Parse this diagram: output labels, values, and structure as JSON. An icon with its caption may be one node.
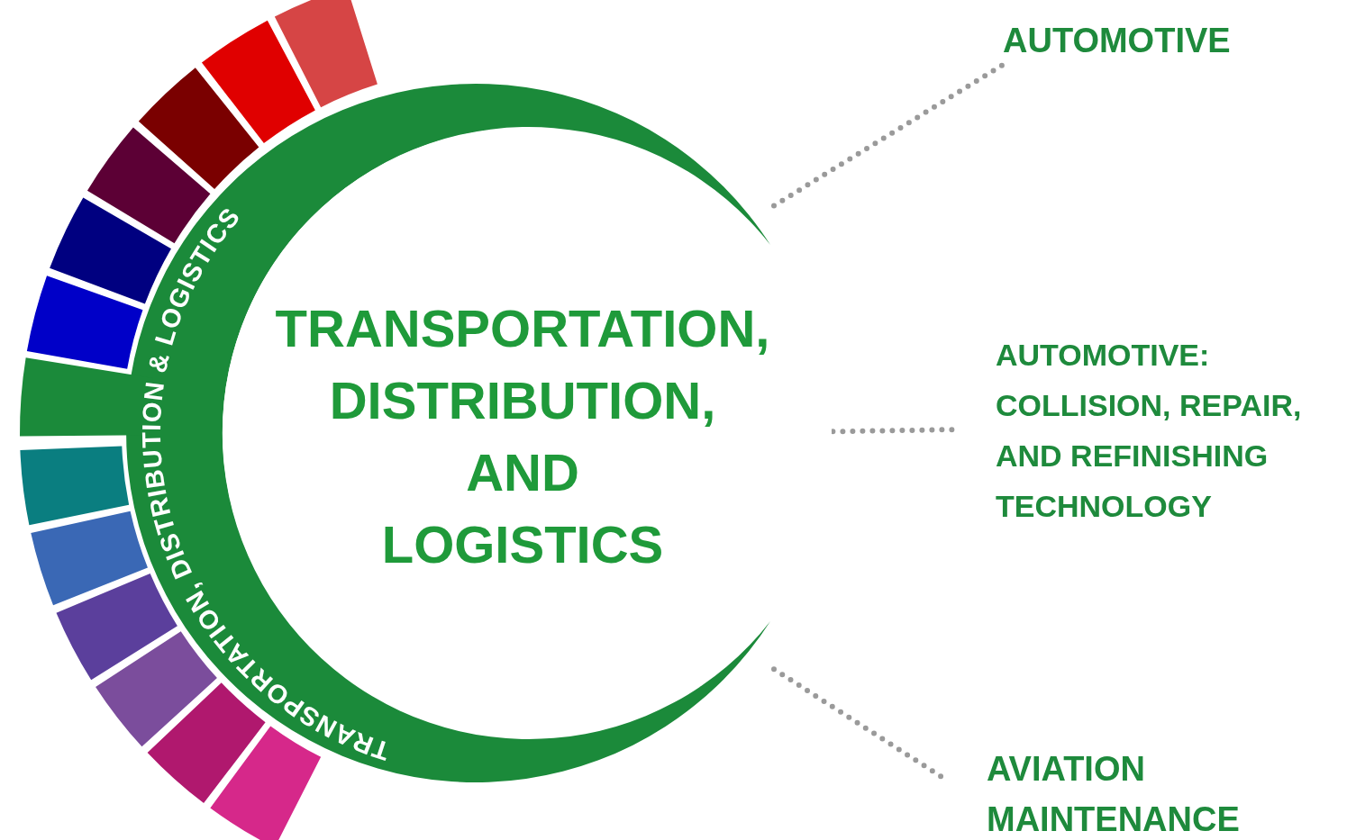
{
  "diagram": {
    "nodes": [
      {
        "text": [
          "TRANSPORTATION, DISTRIBUTION, AND LOGISTICS"
        ]
      },
      {
        "text": [
          "TRANSPORTATION, DISTRIBUTION & LOGISTICS"
        ]
      },
      {
        "text": [
          "AUTOMOTIVE"
        ]
      },
      {
        "text": [
          "AUTOMOTIVE: COLLISION, REPAIR, AND REFINISHING TECHNOLOGY"
        ]
      },
      {
        "text": [
          "AVIATION MAINTENANCE"
        ]
      }
    ],
    "edges": [
      {
        "from": 1,
        "to": 2,
        "arrow": "none",
        "style": "dashed"
      },
      {
        "from": 0,
        "to": 3,
        "arrow": "none",
        "style": "dashed"
      },
      {
        "from": 1,
        "to": 4,
        "arrow": "none",
        "style": "dashed"
      }
    ]
  }
}
